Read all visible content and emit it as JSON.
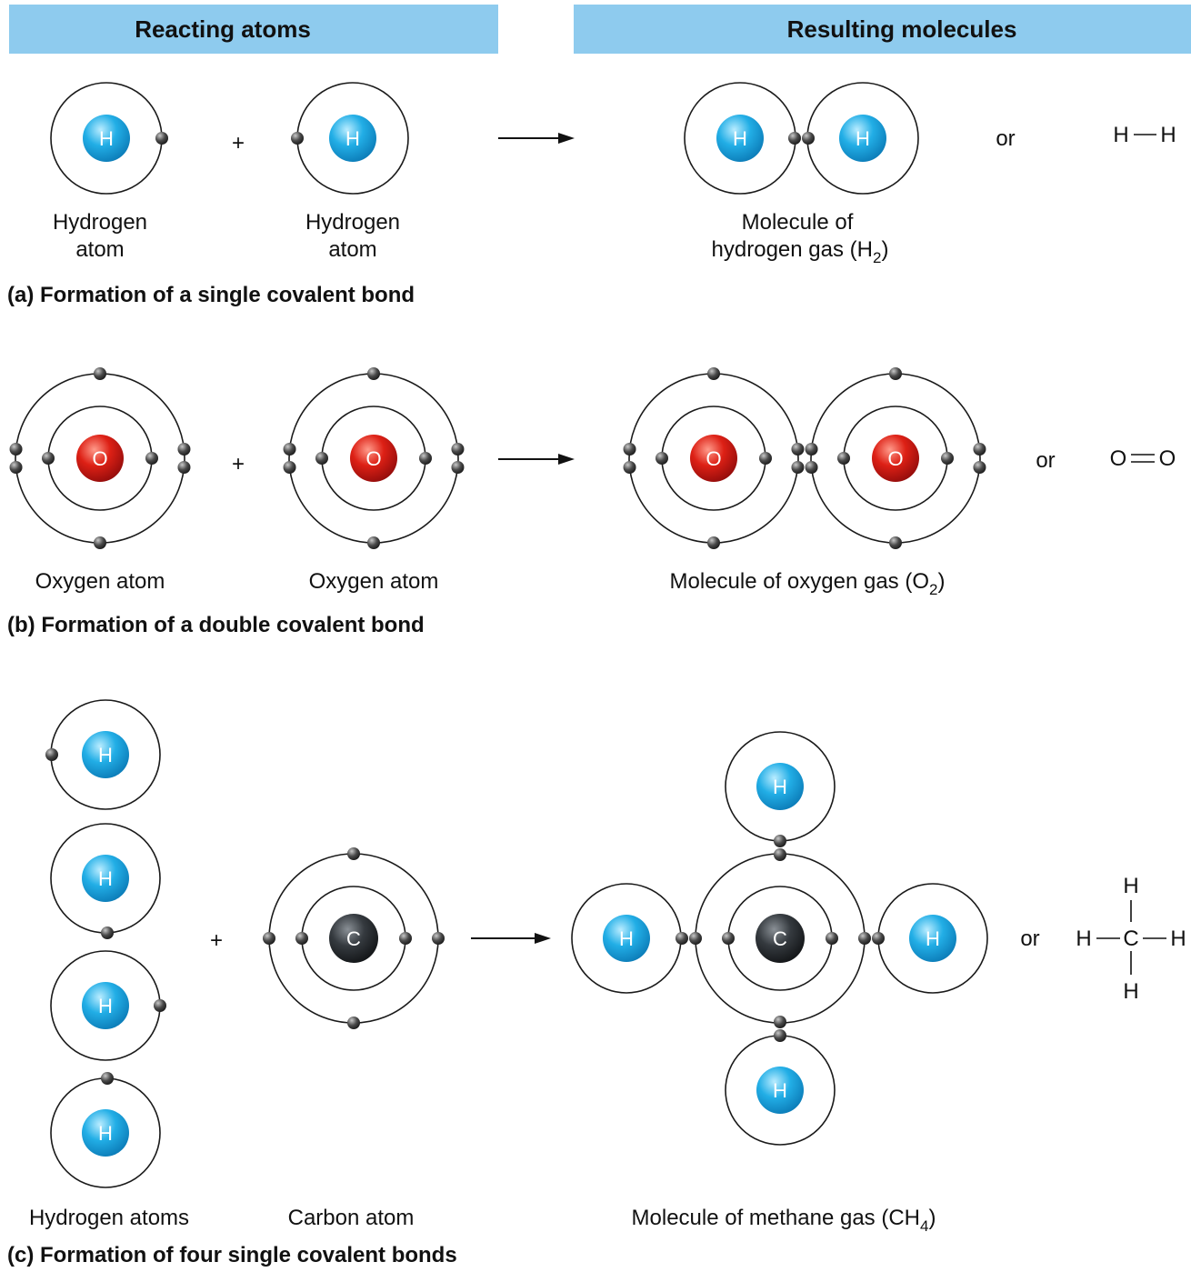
{
  "headers": {
    "left": "Reacting atoms",
    "right": "Resulting molecules"
  },
  "colors": {
    "header_bg": "#8ecbee",
    "hydrogen": "#1aa5e0",
    "oxygen": "#d21a1a",
    "carbon": "#2b2f33",
    "electron": "#333333"
  },
  "symbols": {
    "H": "H",
    "O": "O",
    "C": "C"
  },
  "plus": "+",
  "or": "or",
  "panel_a": {
    "caption": "(a) Formation of a single covalent bond",
    "atom1": [
      "Hydrogen",
      "atom"
    ],
    "atom2": [
      "Hydrogen",
      "atom"
    ],
    "molecule_line1": "Molecule of",
    "molecule_line2": "hydrogen gas (H",
    "molecule_sub": "2",
    "molecule_close": ")",
    "formula_left": "H",
    "formula_right": "H"
  },
  "panel_b": {
    "caption": "(b) Formation of a double covalent bond",
    "atom1": "Oxygen atom",
    "atom2": "Oxygen atom",
    "molecule": "Molecule of oxygen gas (O",
    "molecule_sub": "2",
    "molecule_close": ")",
    "formula_left": "O",
    "formula_right": "O"
  },
  "panel_c": {
    "caption": "(c) Formation of four single covalent bonds",
    "atoms1": "Hydrogen atoms",
    "atoms2": "Carbon atom",
    "molecule": "Molecule of methane gas (CH",
    "molecule_sub": "4",
    "molecule_close": ")",
    "formula_top": "H",
    "formula_left": "H",
    "formula_center": "C",
    "formula_right": "H",
    "formula_bottom": "H"
  }
}
